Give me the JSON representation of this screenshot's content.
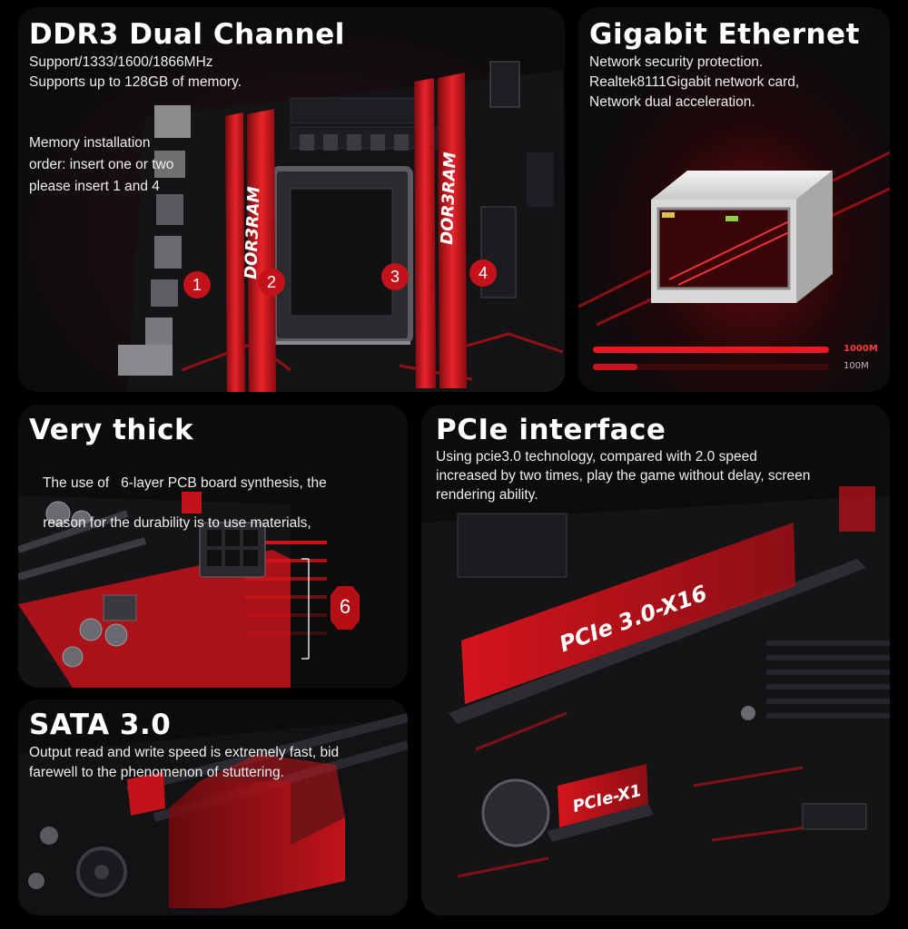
{
  "ddr3": {
    "title": "DDR3 Dual Channel",
    "lines": [
      "Support/1333/1600/1866MHz",
      "Supports up to 128GB of memory."
    ],
    "install_lines": [
      "Memory installation",
      "order: insert one or two",
      "please insert 1 and 4"
    ],
    "slot_numbers": [
      "1",
      "2",
      "3",
      "4"
    ],
    "ram_brand": "DOR3RAM"
  },
  "ethernet": {
    "title": "Gigabit Ethernet",
    "lines": [
      "Network security protection.",
      "Realtek8111Gigabit network card,",
      "Network dual acceleration."
    ],
    "speeds": [
      {
        "label": "1000M",
        "fraction": 1.0
      },
      {
        "label": "100M",
        "fraction": 0.19
      }
    ]
  },
  "thick": {
    "title": "Very thick",
    "lines": [
      "The use of   6-layer PCB board synthesis, the",
      "reason for the durability is to use materials,"
    ],
    "layer_count": "6"
  },
  "pcie": {
    "title": "PCIe interface",
    "lines": [
      "Using pcie3.0 technology, compared with 2.0 speed",
      "increased by two times, play the game without delay, screen",
      "rendering ability."
    ],
    "slot_x16": "PCIe 3.0-X16",
    "slot_x1": "PCIe-X1"
  },
  "sata": {
    "title": "SATA 3.0",
    "lines": [
      "Output read and write speed is extremely fast, bid",
      "farewell to the phenomenon of stuttering."
    ]
  },
  "colors": {
    "accent": "#e0141c",
    "card": "#0c0c0d",
    "text": "#ffffff"
  }
}
